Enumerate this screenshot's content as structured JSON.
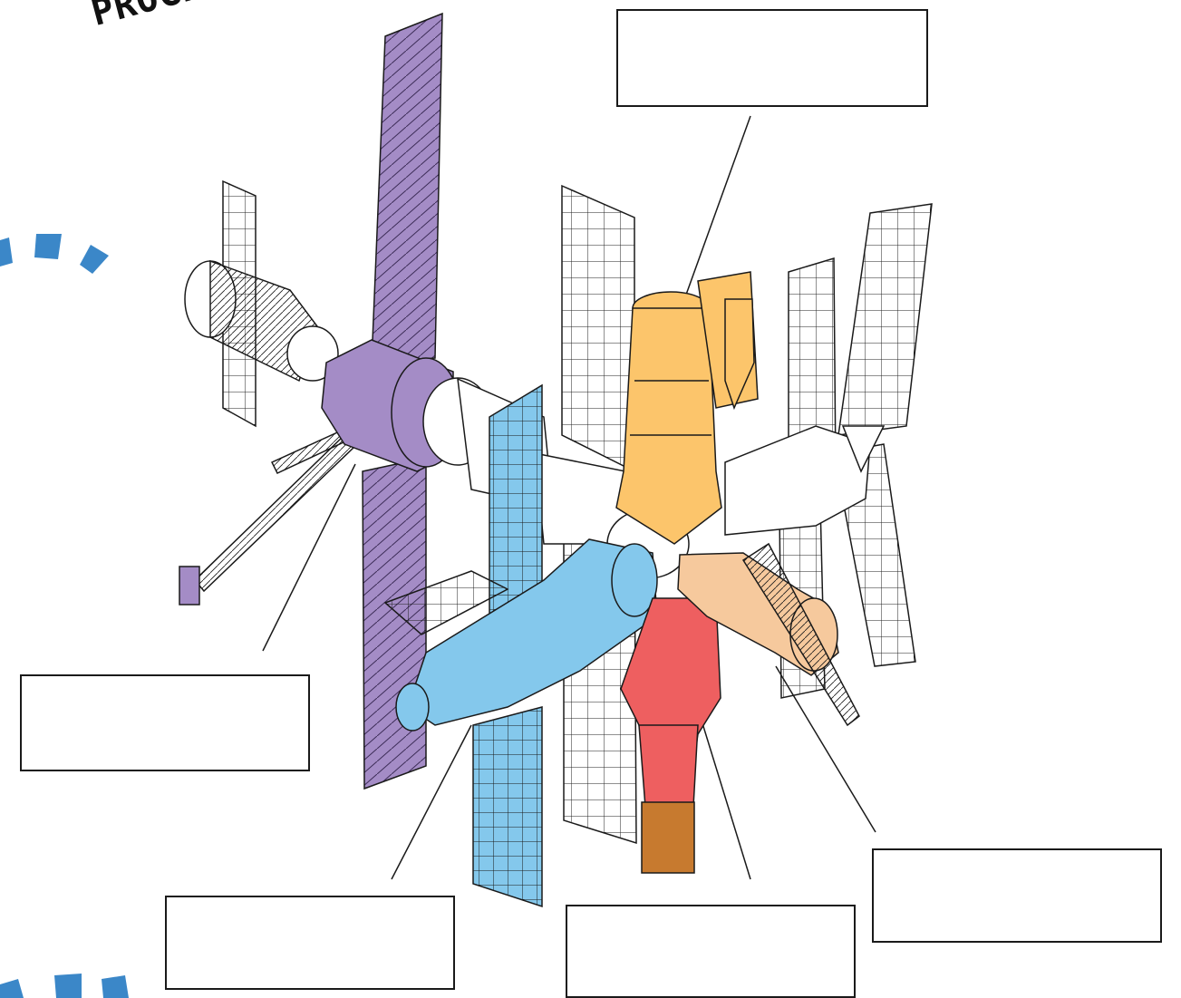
{
  "title": "PROGRES",
  "colors": {
    "background": "#ffffff",
    "outline": "#1a1a1a",
    "dash_accent": "#3b87c8",
    "purple_module": "#a48cc6",
    "yellow_module": "#fcc56b",
    "blue_module": "#84c8ec",
    "red_module": "#ee5f60",
    "peach_module": "#f6c99d",
    "brown_module": "#c77a2f",
    "white_module": "#ffffff"
  },
  "label_boxes": [
    {
      "id": "top",
      "text": ""
    },
    {
      "id": "left",
      "text": ""
    },
    {
      "id": "bottom-left",
      "text": ""
    },
    {
      "id": "bottom-center",
      "text": ""
    },
    {
      "id": "right",
      "text": ""
    }
  ]
}
